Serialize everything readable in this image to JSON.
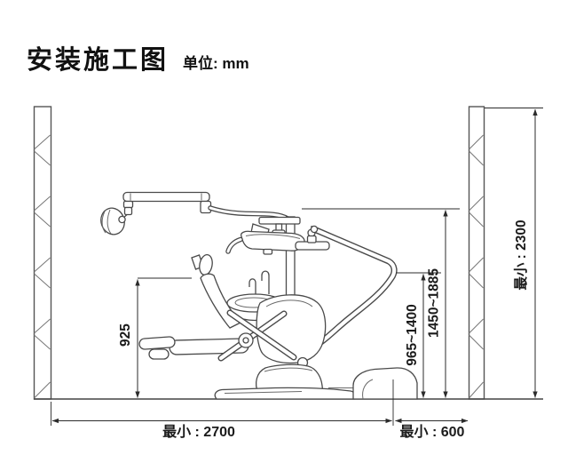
{
  "header": {
    "title": "安装施工图",
    "unit_label": "单位: mm"
  },
  "colors": {
    "background": "#ffffff",
    "line_ink": "#4a4a4a",
    "dimension_ink": "#2b2b2b",
    "text": "#111111"
  },
  "dimensions": {
    "wall_min_height": "最小 : 2300",
    "floor_min_width": "最小 : 2700",
    "side_min_width": "最小 : 600",
    "backrest_height": "925",
    "arm_height_range": "965~1400",
    "tray_height_range": "1450~1885"
  }
}
